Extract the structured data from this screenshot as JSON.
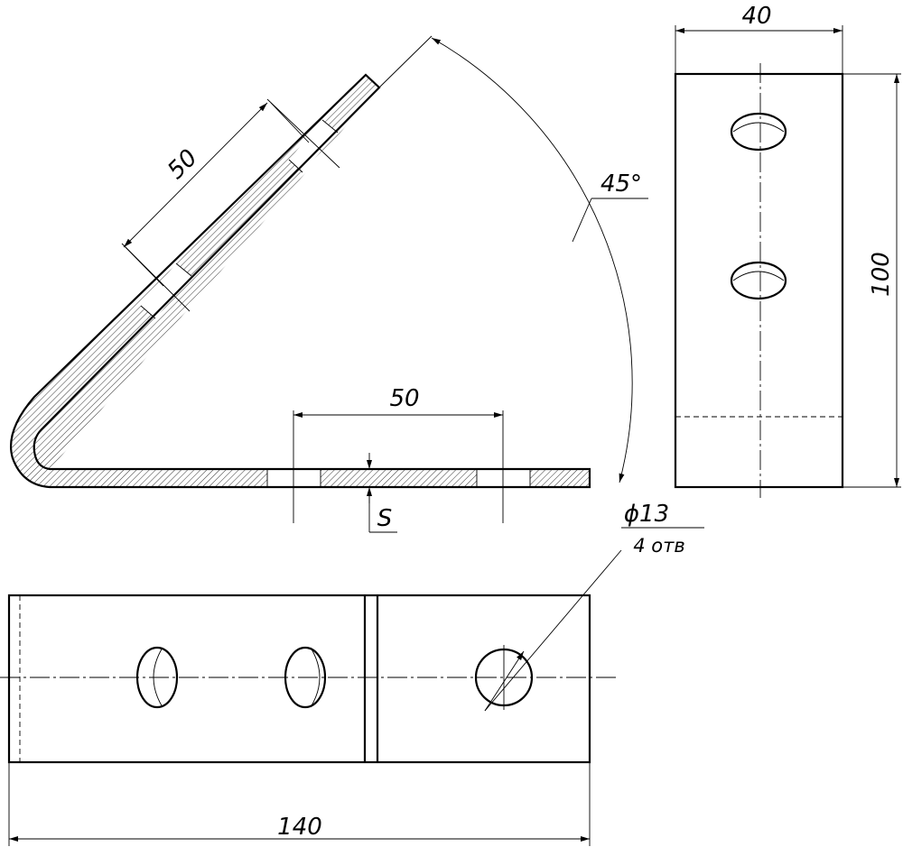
{
  "drawing": {
    "labels": {
      "diag_length": "50",
      "flat_length": "50",
      "thickness": "S",
      "angle": "45°",
      "width": "40",
      "height": "100",
      "hole_diameter": "ϕ13",
      "hole_count": "4 отв",
      "total_length": "140"
    }
  }
}
